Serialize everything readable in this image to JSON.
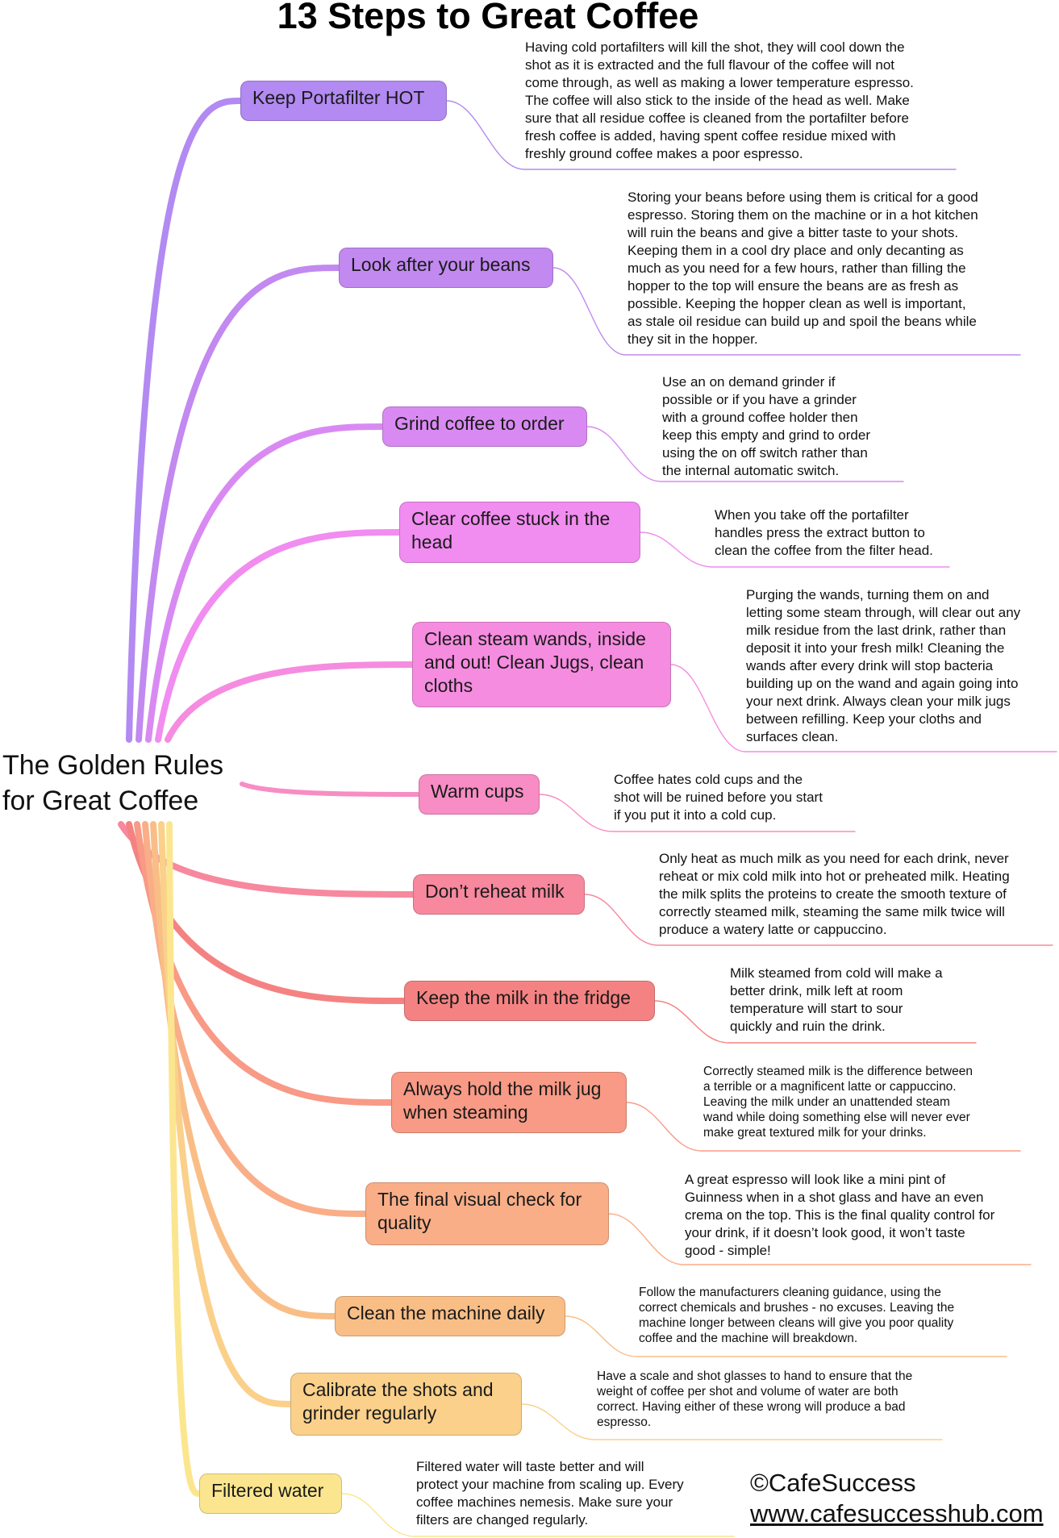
{
  "title": "13 Steps to Great Coffee",
  "center_topic": [
    "The Golden Rules",
    "for Great Coffee"
  ],
  "credit": {
    "copyright": "©CafeSuccess",
    "url": "www.cafesuccesshub.com"
  },
  "steps": [
    {
      "label": [
        "Keep Portafilter  HOT"
      ],
      "color": "#b28af2",
      "note": [
        "Having cold portafilters will kill the shot, they will cool down the",
        "shot as it is extracted and the full flavour of the coffee will not",
        "come through, as well as making a lower temperature espresso.",
        "The coffee will also stick to the inside of the head as well. Make",
        "sure that all residue coffee is cleaned from the portafilter before",
        "fresh coffee is added, having spent coffee residue mixed with",
        "freshly ground coffee makes a poor  espresso."
      ]
    },
    {
      "label": [
        "Look after your beans"
      ],
      "color": "#c289f0",
      "note": [
        "Storing your beans before using them is critical for a good",
        "espresso. Storing them on the machine or in a hot kitchen",
        "will ruin the beans and give a bitter taste to your shots.",
        "Keeping them in a cool dry place and only decanting as",
        "much as you need for a few hours, rather than filling the",
        "hopper to the top will ensure the beans are as fresh as",
        "possible. Keeping the hopper clean as well is important,",
        "as stale oil residue can build up and spoil the beans while",
        "they sit in the hopper."
      ]
    },
    {
      "label": [
        "Grind coffee to order"
      ],
      "color": "#d98af2",
      "note": [
        "Use an on demand grinder if",
        "possible or if you have a grinder",
        "with a ground coffee holder then",
        "keep this empty and grind to order",
        "using the on off switch rather than",
        "the internal automatic switch."
      ]
    },
    {
      "label": [
        "Clear coffee stuck in the",
        "head"
      ],
      "color": "#f18cf0",
      "note": [
        "When you take off the portafilter",
        "handles press the extract button to",
        "clean the coffee from the filter head."
      ]
    },
    {
      "label": [
        "Clean steam wands, inside",
        "and out! Clean Jugs, clean",
        "cloths"
      ],
      "color": "#f58ce0",
      "note": [
        "Purging the wands, turning them on and",
        "letting some steam through, will clear out any",
        "milk residue from the last drink, rather than",
        "deposit it into your fresh milk! Cleaning the",
        "wands after every drink will stop bacteria",
        "building up on the wand and again going into",
        "your next drink. Always clean your milk jugs",
        "between refilling. Keep your cloths and",
        "surfaces clean."
      ]
    },
    {
      "label": [
        "Warm cups"
      ],
      "color": "#f78dc4",
      "note": [
        "Coffee hates cold cups and the",
        "shot will be ruined before you start",
        "if you put it into a cold cup."
      ]
    },
    {
      "label": [
        "Don’t reheat milk"
      ],
      "color": "#f7889e",
      "note": [
        "Only heat as much milk as you need for each drink, never",
        "reheat or mix cold milk into hot or preheated milk. Heating",
        "the milk splits the proteins to create the smooth texture of",
        "correctly steamed milk, steaming the same milk twice will",
        "produce a watery latte or cappuccino."
      ]
    },
    {
      "label": [
        "Keep the milk in the fridge"
      ],
      "color": "#f58282",
      "note": [
        "Milk steamed from cold will make a",
        "better drink, milk left at room",
        "temperature will start to sour",
        "quickly and ruin the drink."
      ]
    },
    {
      "label": [
        "Always hold the milk jug",
        "when steaming"
      ],
      "color": "#f89a86",
      "note": [
        "Correctly steamed milk is the difference between",
        "a terrible or a magnificent latte or cappuccino.",
        "Leaving the milk under an unattended steam",
        "wand while doing something else will never ever",
        "make great textured milk for your drinks."
      ]
    },
    {
      "label": [
        "The final visual check for",
        "quality"
      ],
      "color": "#f9ae88",
      "note": [
        "A great espresso will look like a mini pint of",
        "Guinness when in a shot glass and have an even",
        "crema on the top. This is the final quality control for",
        "your drink, if it doesn’t look good, it won’t taste",
        "good - simple!"
      ]
    },
    {
      "label": [
        "Clean the machine daily"
      ],
      "color": "#f9be86",
      "note": [
        "Follow the manufacturers cleaning guidance, using the",
        "correct chemicals and brushes - no excuses. Leaving the",
        "machine longer between cleans will give you poor quality",
        "coffee and the machine will breakdown."
      ]
    },
    {
      "label": [
        "Calibrate the shots and",
        "grinder regularly"
      ],
      "color": "#fad08a",
      "note": [
        "Have a scale and shot glasses to hand to ensure that the",
        "weight of coffee per shot and volume of water are both",
        "correct. Having either of these wrong will produce a bad",
        "espresso."
      ]
    },
    {
      "label": [
        "Filtered water"
      ],
      "color": "#fbe68f",
      "note": [
        "Filtered water will taste better and will",
        "protect your machine from scaling up. Every",
        "coffee machines nemesis. Make sure your",
        "filters are changed regularly."
      ]
    }
  ]
}
